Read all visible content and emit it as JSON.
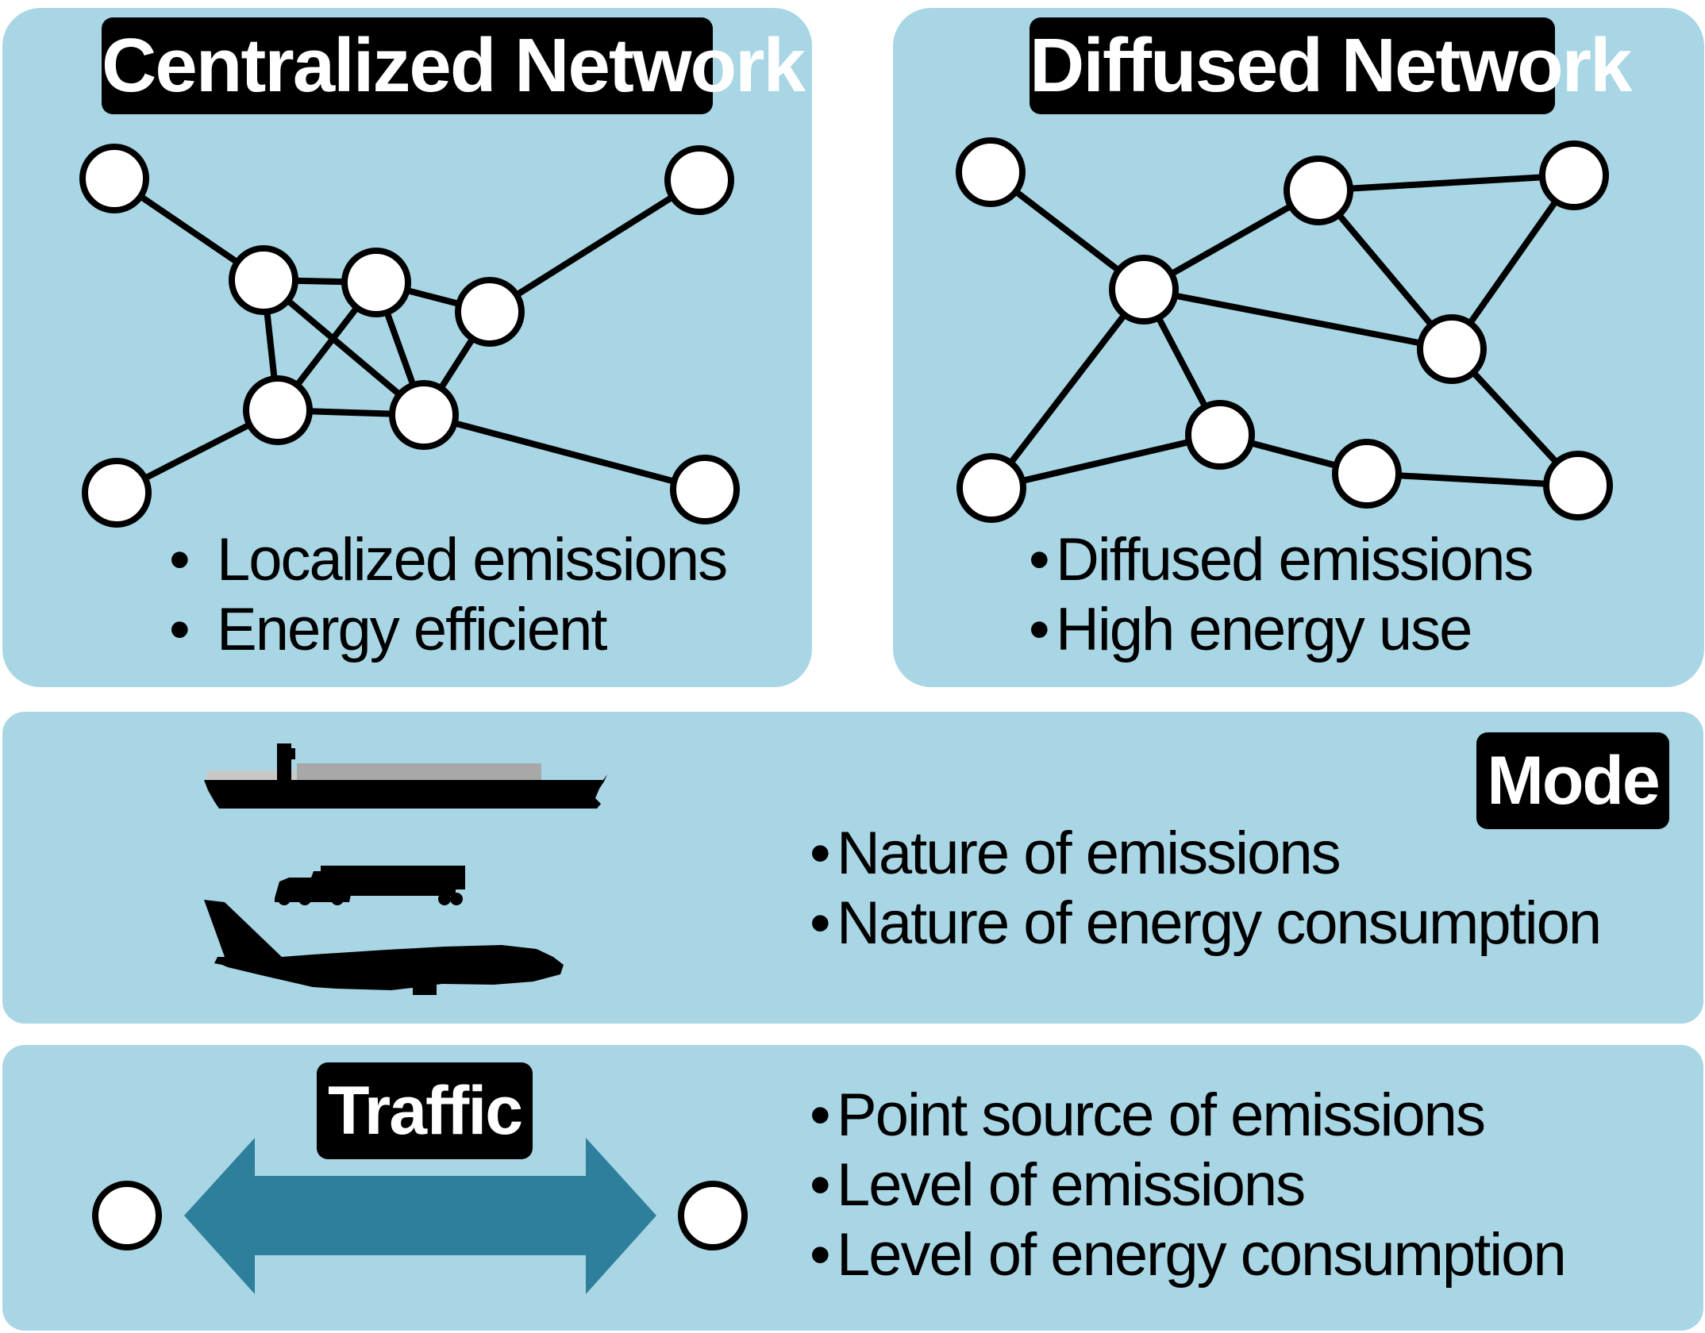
{
  "centralized": {
    "title": "Centralized Network",
    "bullets": [
      "Localized emissions",
      "Energy efficient"
    ]
  },
  "diffused": {
    "title": "Diffused Network",
    "bullets": [
      "Diffused emissions",
      "High energy use"
    ]
  },
  "mode": {
    "title": "Mode",
    "bullets": [
      "Nature of emissions",
      "Nature of energy consumption"
    ],
    "icons": [
      "ship-icon",
      "truck-icon",
      "airplane-icon"
    ]
  },
  "traffic": {
    "title": "Traffic",
    "bullets": [
      "Point source of emissions",
      "Level of emissions",
      "Level of energy consumption"
    ]
  },
  "colors": {
    "panel": "#a9d6e5",
    "label_bg": "#000000",
    "label_text": "#ffffff",
    "arrow": "#2e7f9c",
    "node_fill": "#ffffff",
    "edge": "#000000"
  }
}
